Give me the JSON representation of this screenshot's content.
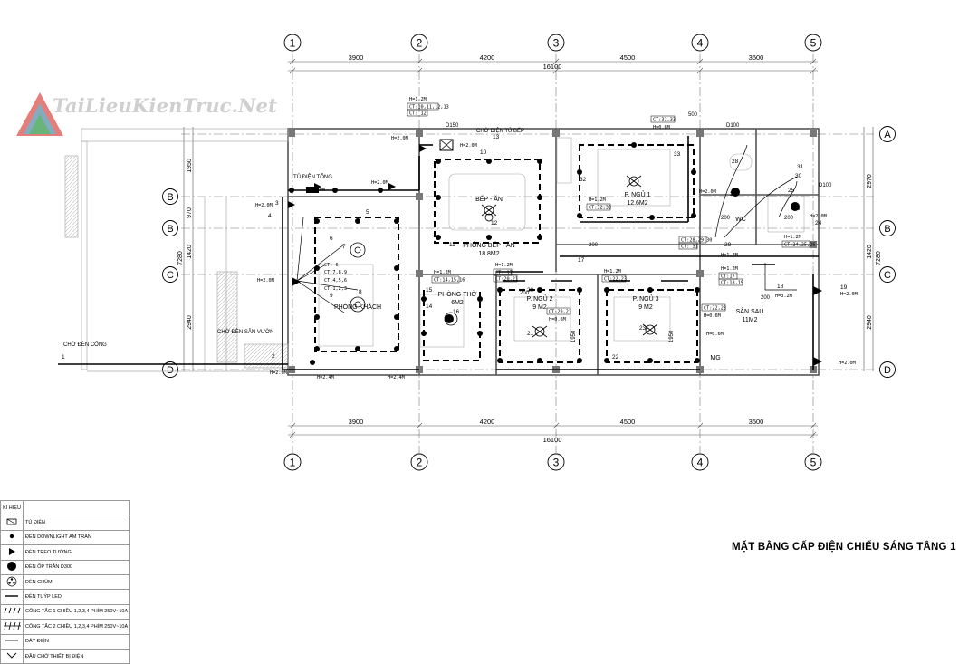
{
  "watermark": {
    "text": "TaiLieuKienTruc.Net"
  },
  "drawing_title": "MẶT BẰNG CẤP ĐIỆN CHIẾU SÁNG TẦNG 1",
  "grid": {
    "columns": [
      "1",
      "2",
      "3",
      "4",
      "5"
    ],
    "rows": [
      "A",
      "B",
      "B",
      "C",
      "D"
    ],
    "spans_top": [
      "3900",
      "4200",
      "4500",
      "3500"
    ],
    "total_top": "16100",
    "spans_bottom": [
      "3900",
      "4200",
      "4500",
      "3500"
    ],
    "total_bottom": "16100",
    "left_dims": [
      "1950",
      "970",
      "1420",
      "2940"
    ],
    "left_total": "7280",
    "right_dims": [
      "2970",
      "1420",
      "2940"
    ],
    "right_total": "7280"
  },
  "rooms": [
    {
      "name": "BẾP - ĂN",
      "area": ""
    },
    {
      "name": "PHÒNG BẾP - ĂN",
      "area": "18.8M2"
    },
    {
      "name": "P. NGỦ 1",
      "area": "12.6M2"
    },
    {
      "name": "WC",
      "area": ""
    },
    {
      "name": "PHÒNG THỜ",
      "area": "6M2"
    },
    {
      "name": "P. NGỦ 2",
      "area": "9 M2"
    },
    {
      "name": "P. NGỦ 3",
      "area": "9 M2"
    },
    {
      "name": "SÂN SAU",
      "area": "11M2"
    },
    {
      "name": "PHÒNG KHÁCH",
      "area": ""
    },
    {
      "name": "MG",
      "area": ""
    }
  ],
  "labels": {
    "cho_den_tu_bep": "CHỜ ĐIỆN TỦ BẾP",
    "tu_dien_tong": "TỦ ĐIỆN TỔNG",
    "cho_den_san_vuon": "CHỜ ĐÈN SÂN VƯỜN",
    "cho_den_cong": "CHỜ ĐÈN CỔNG",
    "d150": "D150",
    "d100a": "D100",
    "d100b": "D100"
  },
  "switch_tags": [
    "H=1.2M",
    "CT:10,11,12,13",
    "CT: 12",
    "CT:32,33",
    "H=0.6M",
    "H=1.2M",
    "CT:32,33",
    "CT:28,29,30",
    "CT: 31",
    "H=1.2M",
    "CT:24,25,26",
    "H=1.2M",
    "CT: 17",
    "CT:20,21",
    "H=1.2M",
    "CT:14,15,16",
    "H=1.2M",
    "CT:22,23",
    "CT:22,23",
    "H=0.6M",
    "CT:20,21",
    "H=0.6M",
    "H=1.2M",
    "CT:17",
    "CT:18,19",
    "CT: 6",
    "CT:7,8,9",
    "CT:4,5,6",
    "CT:1,2,3",
    "H=2.0M",
    "H=2.0M",
    "H=2.0M",
    "H=2.0M",
    "H=2.0M",
    "H=2.0M",
    "H=2.0M",
    "H=2.4M",
    "H=2.4M",
    "H=3.2M",
    "H=2.0M",
    "H=1.2M",
    "H=2.0M",
    "H=0.6M",
    "H=2.0M",
    "H=2.0M"
  ],
  "circuit_numbers": [
    "1",
    "2",
    "3",
    "4",
    "5",
    "6",
    "7",
    "8",
    "9",
    "10",
    "11",
    "12",
    "13",
    "14",
    "15",
    "16",
    "17",
    "18",
    "19",
    "20",
    "21",
    "22",
    "23",
    "24",
    "25",
    "26",
    "27",
    "28",
    "29",
    "30",
    "31",
    "32",
    "33"
  ],
  "dim_extra": {
    "d500": "500",
    "d200a": "200",
    "d200b": "200",
    "d200c": "200",
    "d200d": "200",
    "d200e": "200",
    "d1950a": "1950",
    "d1950b": "1950"
  },
  "legend": {
    "header": "KÍ HIỆU",
    "items": [
      "TỦ ĐIỆN",
      "ĐÈN DOWNLIGHT ÂM TRẦN",
      "ĐÈN TREO TƯỜNG",
      "ĐÈN ỐP TRẦN D300",
      "ĐÈN CHÙM",
      "ĐÈN TUÝP LED",
      "CÔNG TẮC 1 CHIỀU 1,2,3,4 PHÍM 250V~10A",
      "CÔNG TẮC 2 CHIỀU 1,2,3,4 PHÍM 250V~10A",
      "DÂY ĐIỆN",
      "ĐẦU CHỜ THIẾT BỊ ĐIỆN"
    ]
  }
}
